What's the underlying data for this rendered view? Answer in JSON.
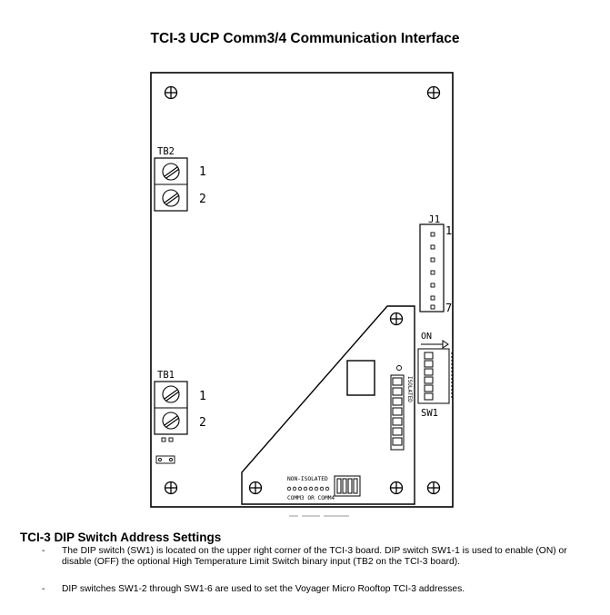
{
  "title": "TCI-3 UCP Comm3/4 Communication Interface",
  "board": {
    "tb2": {
      "label": "TB2",
      "terminals": [
        "1",
        "2"
      ]
    },
    "tb1": {
      "label": "TB1",
      "terminals": [
        "1",
        "2"
      ]
    },
    "j1": {
      "label": "J1",
      "pin_first": "1",
      "pin_last": "7"
    },
    "sw1": {
      "label": "SW1",
      "on_label": "ON"
    },
    "isolated_label": "ISOLATED",
    "non_isolated_label": "NON-ISOLATED",
    "comm_label": "COMM3 OR COMM4",
    "icons": [
      "mounting-hole-icon",
      "terminal-screw-icon",
      "dip-switch-icon",
      "arrow-right-icon"
    ]
  },
  "section": {
    "heading": "TCI-3 DIP Switch Address Settings",
    "bullets": [
      "The DIP switch (SW1) is located on the upper right corner of the TCI-3 board. DIP switch SW1-1 is used to enable (ON) or disable (OFF) the optional High Temperature Limit Switch binary input (TB2 on the TCI-3 board).",
      "DIP switches SW1-2 through SW1-6 are used to set the Voyager Micro Rooftop TCI-3 addresses."
    ],
    "bullet_marker": "-"
  }
}
